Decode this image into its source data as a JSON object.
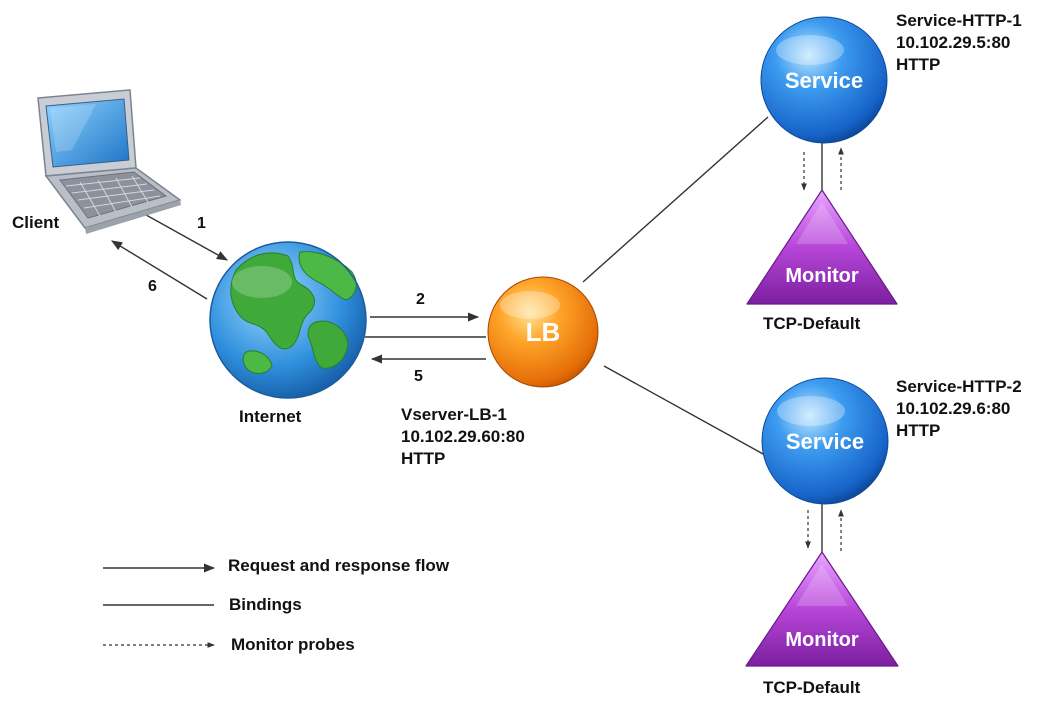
{
  "client": {
    "label": "Client"
  },
  "internet": {
    "label": "Internet"
  },
  "steps": {
    "s1": "1",
    "s2": "2",
    "s5": "5",
    "s6": "6"
  },
  "vserver": {
    "node_text": "LB",
    "name": "Vserver-LB-1",
    "address": "10.102.29.60:80",
    "protocol": "HTTP",
    "color": "#f28a14"
  },
  "services": [
    {
      "node_text": "Service",
      "name": "Service-HTTP-1",
      "address": "10.102.29.5:80",
      "protocol": "HTTP",
      "color": "#2a86e6"
    },
    {
      "node_text": "Service",
      "name": "Service-HTTP-2",
      "address": "10.102.29.6:80",
      "protocol": "HTTP",
      "color": "#2a86e6"
    }
  ],
  "monitors": [
    {
      "node_text": "Monitor",
      "label": "TCP-Default",
      "color": "#b33fd6"
    },
    {
      "node_text": "Monitor",
      "label": "TCP-Default",
      "color": "#b33fd6"
    }
  ],
  "legend": {
    "request_flow": "Request and response flow",
    "bindings": "Bindings",
    "monitor_probes": "Monitor probes"
  },
  "icons": {
    "client": "laptop-icon",
    "internet": "globe-icon"
  }
}
